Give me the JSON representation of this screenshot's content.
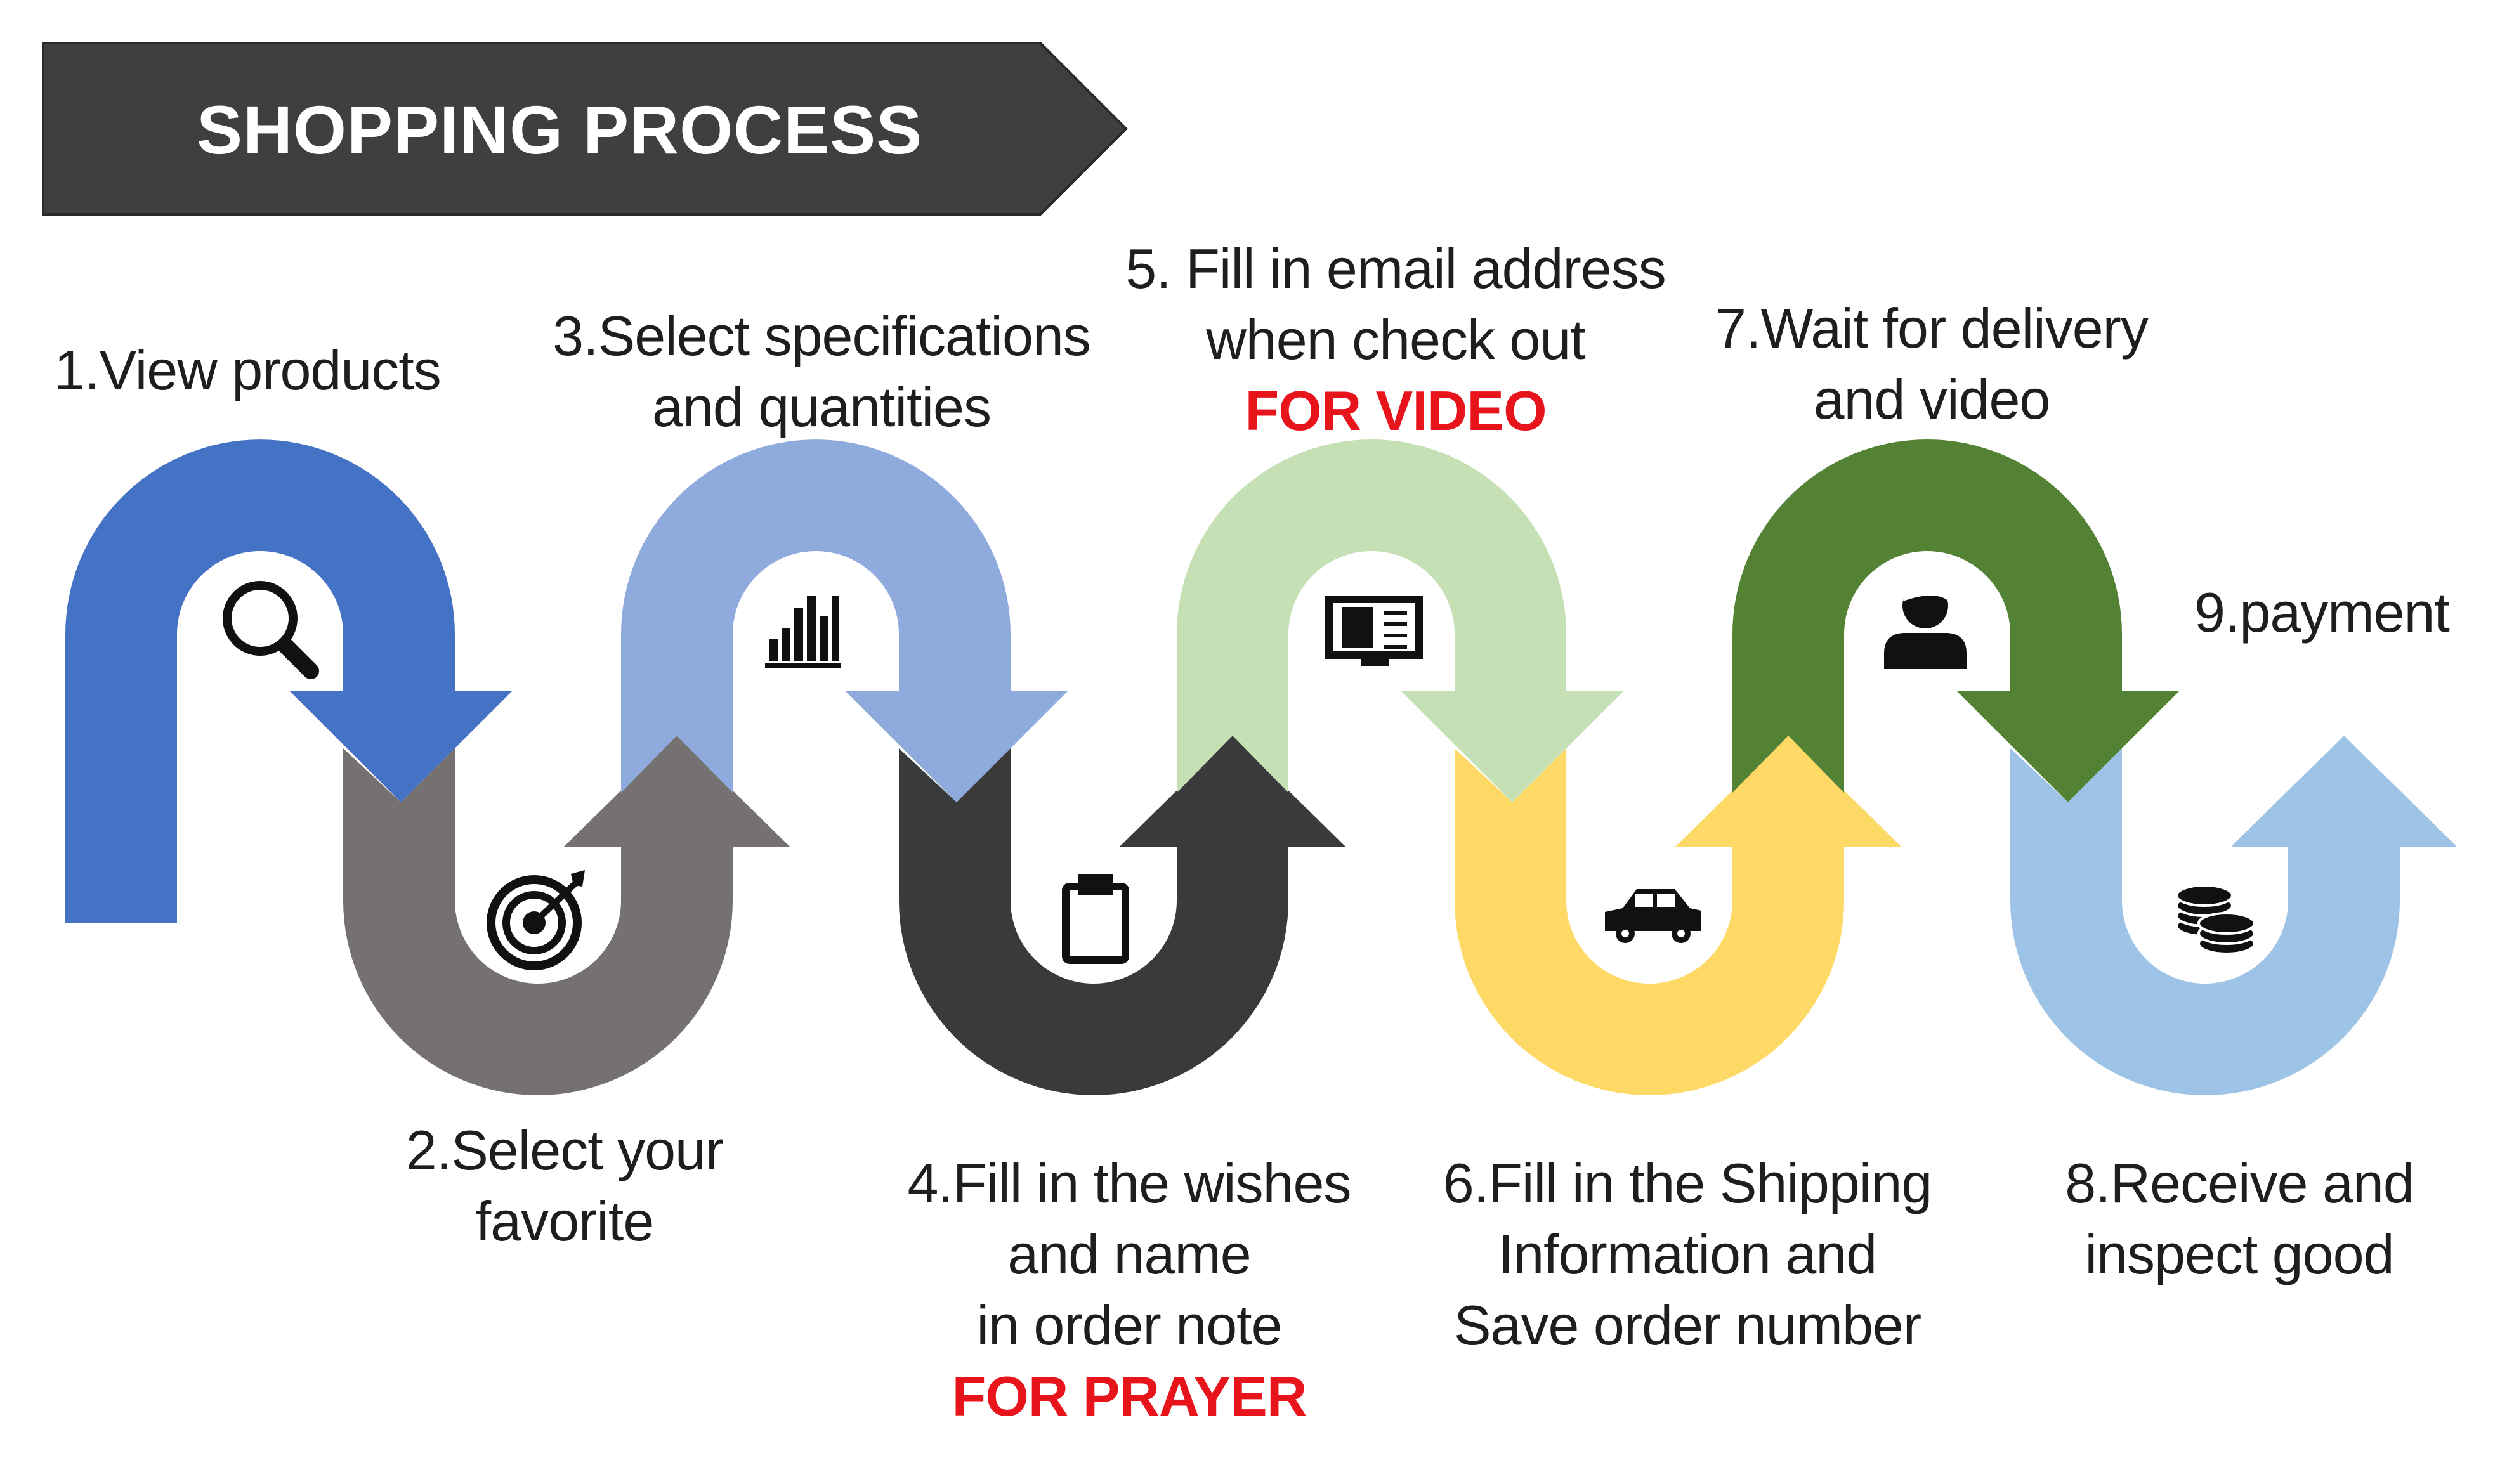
{
  "title": "SHOPPING PROCESS",
  "steps": [
    {
      "n": 1,
      "lines": [
        "1.View products"
      ],
      "icon": "magnifier-icon",
      "color": "#4472c4"
    },
    {
      "n": 2,
      "lines": [
        "2.Select your",
        "favorite"
      ],
      "icon": "target-icon",
      "color": "#767171"
    },
    {
      "n": 3,
      "lines": [
        "3.Select specifications",
        "and quantities"
      ],
      "icon": "bar-chart-icon",
      "color": "#8faadc"
    },
    {
      "n": 4,
      "lines": [
        "4.Fill in the wishes",
        "and name",
        "in order note"
      ],
      "highlight": "FOR PRAYER",
      "icon": "clipboard-icon",
      "color": "#3a3a3a"
    },
    {
      "n": 5,
      "lines": [
        "5. Fill in email address",
        "when check out"
      ],
      "highlight": "FOR VIDEO",
      "icon": "book-icon",
      "color": "#c5e0b4"
    },
    {
      "n": 6,
      "lines": [
        "6.Fill in the Shipping",
        "Information and",
        "Save order number"
      ],
      "icon": "car-icon",
      "color": "#ffd966"
    },
    {
      "n": 7,
      "lines": [
        "7.Wait for delivery",
        "and video"
      ],
      "icon": "person-icon",
      "color": "#548235"
    },
    {
      "n": 8,
      "lines": [
        "8.Receive and",
        "inspect good"
      ],
      "icon": "coins-icon",
      "color": "#9dc3e6"
    },
    {
      "n": 9,
      "lines": [
        "9.payment"
      ]
    }
  ],
  "colors": {
    "banner": "#3f3f3f",
    "highlight": "#e8141c",
    "text": "#1e1e1e"
  }
}
